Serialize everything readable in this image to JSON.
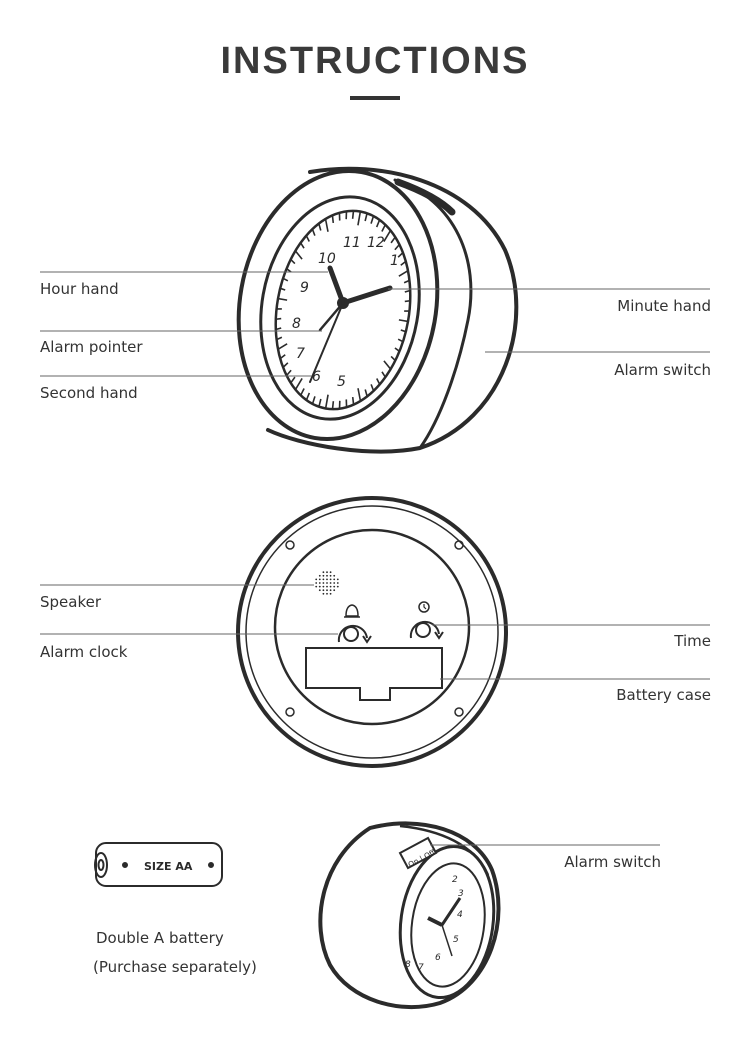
{
  "title": "INSTRUCTIONS",
  "front_view": {
    "labels": {
      "hour_hand": "Hour hand",
      "alarm_pointer": "Alarm pointer",
      "second_hand": "Second hand",
      "minute_hand": "Minute hand",
      "alarm_switch": "Alarm switch"
    },
    "dial_numbers": [
      "11",
      "12",
      "1",
      "10",
      "9",
      "8",
      "7",
      "6",
      "5"
    ]
  },
  "back_view": {
    "labels": {
      "speaker": "Speaker",
      "alarm_clock": "Alarm clock",
      "time": "Time",
      "battery_case": "Battery case"
    }
  },
  "battery": {
    "print": "SIZE AA",
    "caption_line1": "Double A battery",
    "caption_line2": "(Purchase separately)"
  },
  "side_view": {
    "switch_label": "Alarm switch",
    "switch_print": "On | Off",
    "dial_numbers": [
      "2",
      "3",
      "4",
      "5",
      "6",
      "7",
      "8"
    ]
  },
  "colors": {
    "line": "#2b2b2b",
    "text": "#333333"
  }
}
